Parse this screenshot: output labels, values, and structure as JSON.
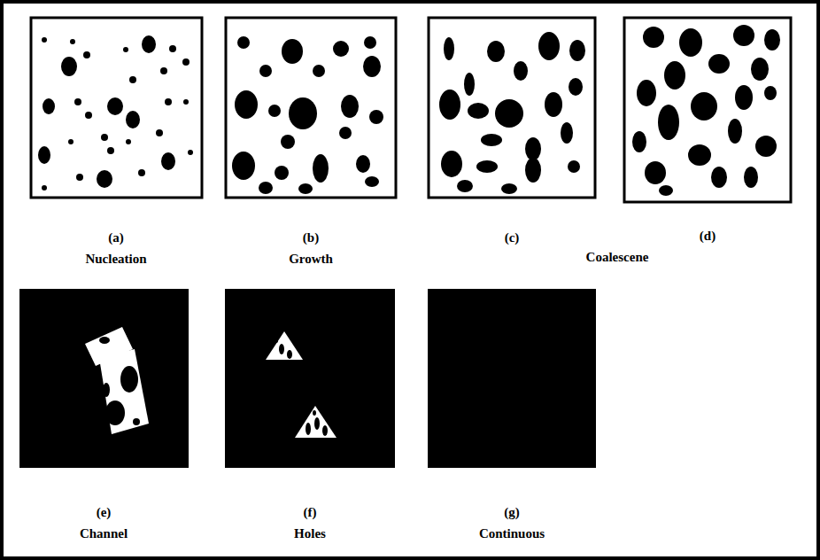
{
  "diagram": {
    "labels": [
      "(a)",
      "Nucleation",
      "(b)",
      "Growth",
      "(c)",
      "Coalescene",
      "(d)",
      "(e)",
      "Channel",
      "(f)",
      "Holes",
      "(g)",
      "Continuous"
    ]
  }
}
